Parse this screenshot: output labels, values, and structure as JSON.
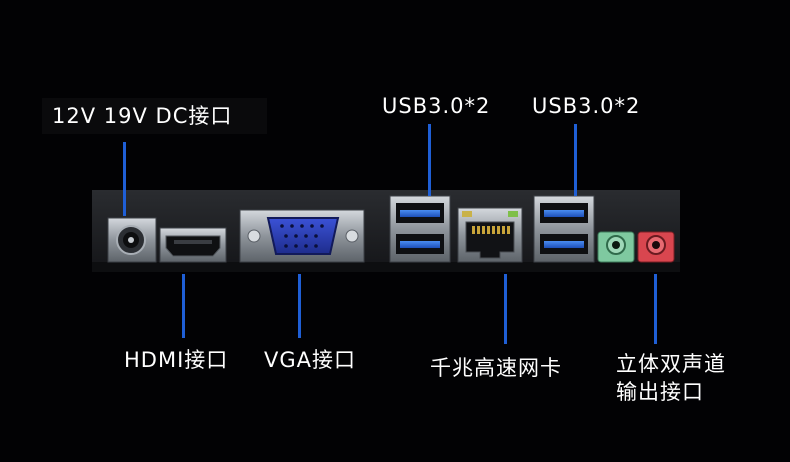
{
  "labels": {
    "dc": "12V 19V DC接口",
    "usb_left": "USB3.0*2",
    "usb_right": "USB3.0*2",
    "hdmi": "HDMI接口",
    "vga": "VGA接口",
    "lan": "千兆高速网卡",
    "audio_line1": "立体双声道",
    "audio_line2": "输出接口"
  },
  "colors": {
    "background": "#020204",
    "pointer_line": "#1f5fd6",
    "vga_port": "#2a3fbf",
    "usb_port": "#2f6fe0",
    "audio_green": "#7fc9a0",
    "audio_red": "#d9464f",
    "metal": "#9aa0a8"
  },
  "icons": {
    "dc_jack": "dc-power-jack-icon",
    "hdmi": "hdmi-port-icon",
    "vga": "vga-port-icon",
    "usb": "usb3-port-icon",
    "lan": "rj45-port-icon",
    "audio": "audio-jack-icon"
  }
}
